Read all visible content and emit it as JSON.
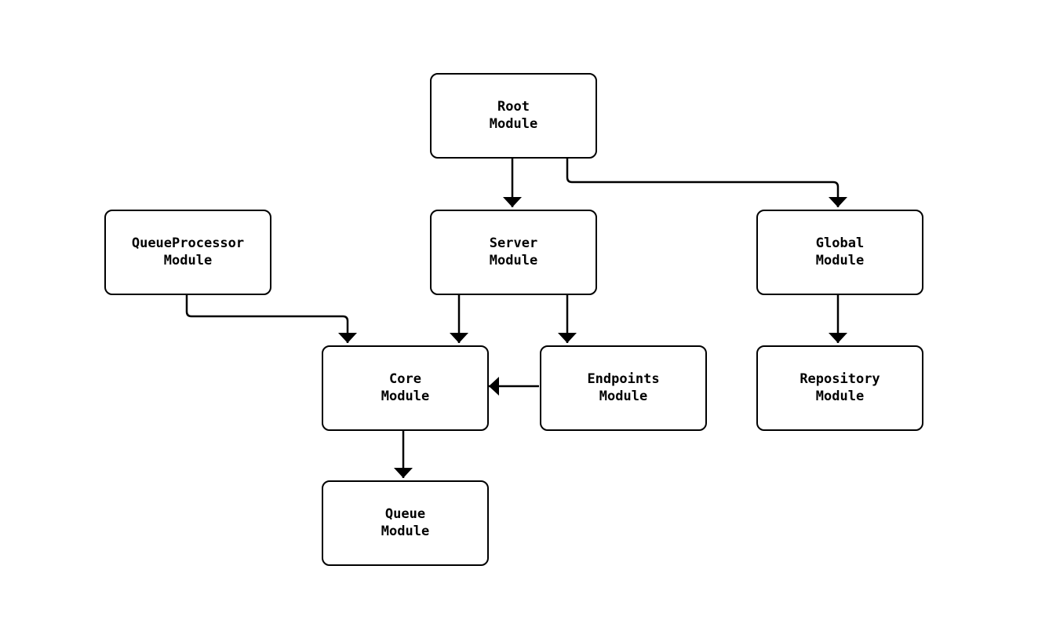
{
  "diagram": {
    "type": "module-dependency-graph",
    "colors": {
      "background": "#ffffff",
      "node_fill": "#ffffff",
      "node_border": "#000000",
      "edge": "#000000",
      "text": "#000000"
    },
    "nodes": {
      "root": {
        "label": "Root\nModule"
      },
      "queueprocessor": {
        "label": "QueueProcessor\nModule"
      },
      "server": {
        "label": "Server\nModule"
      },
      "global": {
        "label": "Global\nModule"
      },
      "core": {
        "label": "Core\nModule"
      },
      "endpoints": {
        "label": "Endpoints\nModule"
      },
      "repository": {
        "label": "Repository\nModule"
      },
      "queue": {
        "label": "Queue\nModule"
      }
    },
    "edges": [
      {
        "from": "Root Module",
        "to": "Server Module"
      },
      {
        "from": "Root Module",
        "to": "Global Module"
      },
      {
        "from": "QueueProcessor Module",
        "to": "Core Module"
      },
      {
        "from": "Server Module",
        "to": "Core Module"
      },
      {
        "from": "Server Module",
        "to": "Endpoints Module"
      },
      {
        "from": "Global Module",
        "to": "Repository Module"
      },
      {
        "from": "Endpoints Module",
        "to": "Core Module"
      },
      {
        "from": "Core Module",
        "to": "Queue Module"
      }
    ]
  }
}
